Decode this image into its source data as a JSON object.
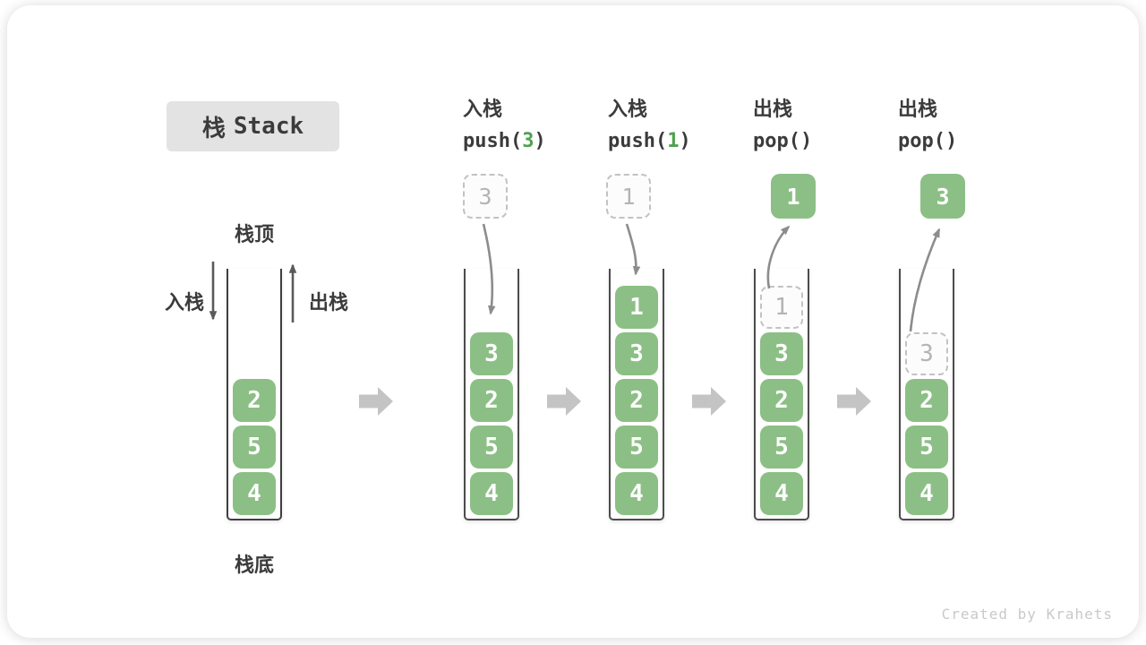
{
  "title": {
    "cn": "栈",
    "en": "Stack"
  },
  "labels": {
    "stack_top": "栈顶",
    "stack_bottom": "栈底",
    "push_side": "入栈",
    "pop_side": "出栈"
  },
  "watermark": "Created by Krahets",
  "colors": {
    "element_green": "#8CBF85",
    "accent_green_text": "#4FA24F",
    "block_arrow_gray": "#C4C4C4",
    "curve_arrow_gray": "#8C8C8C",
    "dark_arrow_gray": "#5A5A5A",
    "text_dark": "#3B3B3B",
    "ghost_border_gray": "#C2C2C2",
    "ghost_text_gray": "#B4B4B4",
    "title_badge_bg": "#E3E3E3"
  },
  "columns": [
    {
      "name": "initial-state",
      "header_cn": "",
      "code_pre": "",
      "code_arg": "",
      "code_post": "",
      "stack": [
        {
          "value": "2"
        },
        {
          "value": "5"
        },
        {
          "value": "4"
        }
      ]
    },
    {
      "name": "push-3",
      "header_cn": "入栈",
      "code_pre": "push(",
      "code_arg": "3",
      "code_post": ")",
      "floating": {
        "style": "ghost",
        "value": "3"
      },
      "stack": [
        {
          "value": "3"
        },
        {
          "value": "2"
        },
        {
          "value": "5"
        },
        {
          "value": "4"
        }
      ]
    },
    {
      "name": "push-1",
      "header_cn": "入栈",
      "code_pre": "push(",
      "code_arg": "1",
      "code_post": ")",
      "floating": {
        "style": "ghost",
        "value": "1"
      },
      "stack": [
        {
          "value": "1"
        },
        {
          "value": "3"
        },
        {
          "value": "2"
        },
        {
          "value": "5"
        },
        {
          "value": "4"
        }
      ]
    },
    {
      "name": "pop-1",
      "header_cn": "出栈",
      "code_pre": "pop()",
      "code_arg": "",
      "code_post": "",
      "floating": {
        "style": "solid",
        "value": "1"
      },
      "stack": [
        {
          "value": "1",
          "ghost": true
        },
        {
          "value": "3"
        },
        {
          "value": "2"
        },
        {
          "value": "5"
        },
        {
          "value": "4"
        }
      ]
    },
    {
      "name": "pop-3",
      "header_cn": "出栈",
      "code_pre": "pop()",
      "code_arg": "",
      "code_post": "",
      "floating": {
        "style": "solid",
        "value": "3"
      },
      "stack": [
        {
          "value": "3",
          "ghost": true
        },
        {
          "value": "2"
        },
        {
          "value": "5"
        },
        {
          "value": "4"
        }
      ]
    }
  ]
}
